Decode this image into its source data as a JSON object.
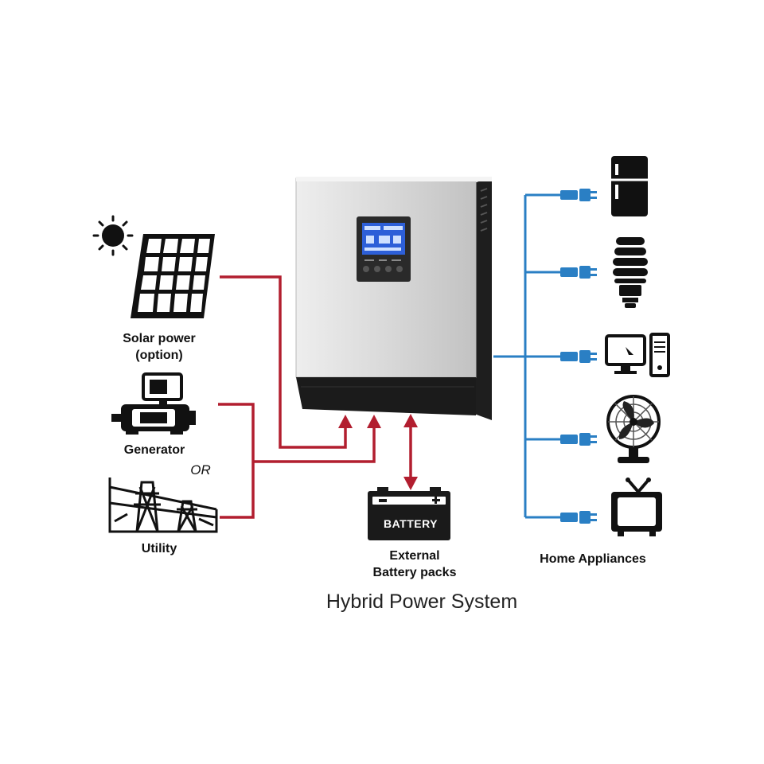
{
  "diagram": {
    "title": "Hybrid Power System",
    "sources": {
      "solar_label": "Solar power\n(option)",
      "generator_label": "Generator",
      "or_label": "OR",
      "utility_label": "Utility"
    },
    "storage": {
      "battery_plate_text": "BATTERY",
      "battery_label": "External\nBattery packs"
    },
    "loads": {
      "label": "Home Appliances",
      "items": [
        "refrigerator-icon",
        "cfl-bulb-icon",
        "desktop-computer-icon",
        "fan-icon",
        "television-icon"
      ]
    },
    "colors": {
      "input_lines": "#b21e2f",
      "output_lines": "#2a7fc4",
      "inverter_body": "#dcdcdc",
      "inverter_dark": "#1b1b1b",
      "lcd_screen": "#2d5fd8"
    }
  }
}
